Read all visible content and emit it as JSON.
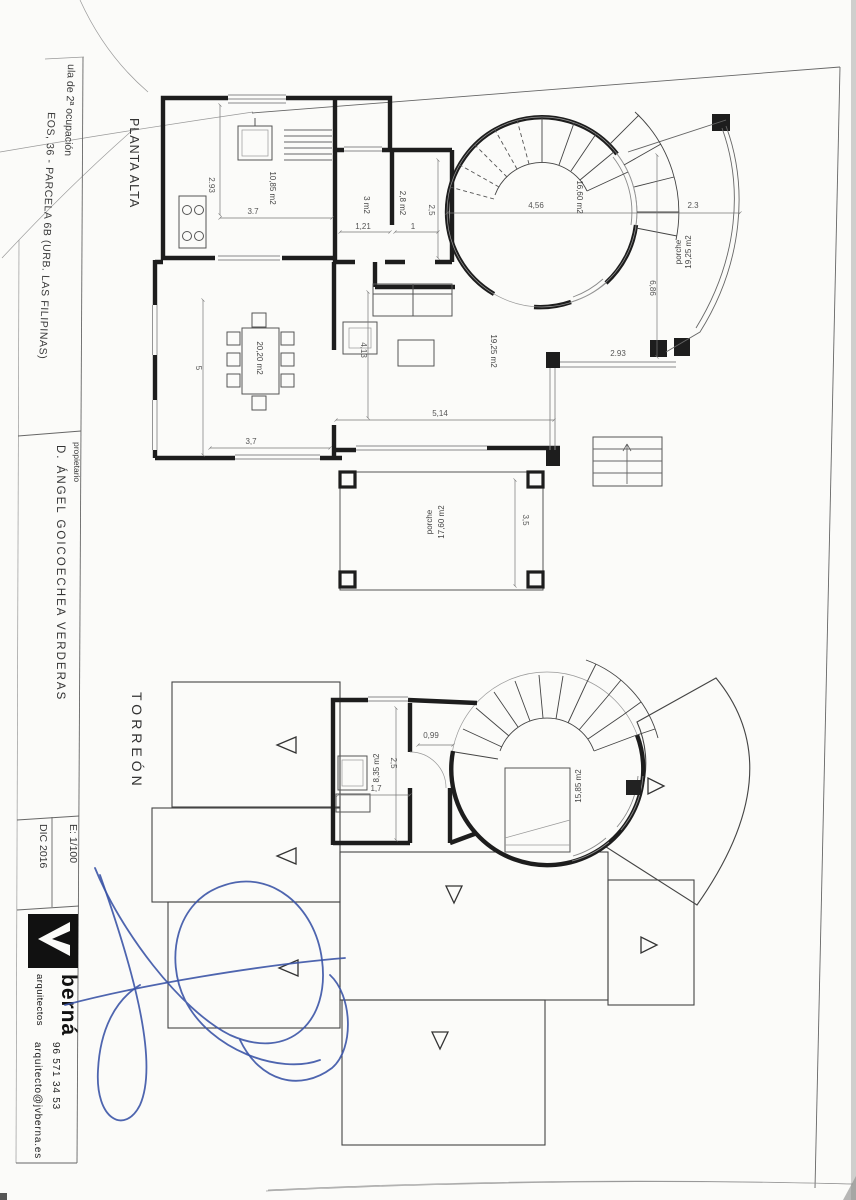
{
  "colors": {
    "paper": "#fbfbf9",
    "ink": "#1d1d1d",
    "thin_line": "#666666",
    "signature_blue": "#3b54a6",
    "logo_black": "#111111"
  },
  "title_block": {
    "project_line1": "ula de 2ª ocupación",
    "project_line2": "EOS, 36 - PARCELA 6B  (URB. LAS FILIPINAS)",
    "owner_label": "propietario",
    "owner_name": "D. ÁNGEL GOICOECHEA VERDERAS",
    "scale": "E: 1/100",
    "date": "DIC 2016",
    "firm_name": "berná",
    "firm_subtitle": "arquitectos",
    "firm_phone": "96 571 34 53",
    "firm_email": "arquitecto@jvberna.es"
  },
  "upper": {
    "title": "PLANTA ALTA",
    "labels": {
      "kitchen": "10,85 m2",
      "utility": "3 m2",
      "bath": "2,8 m2",
      "tower": "16,60 m2",
      "dining": "20,20 m2",
      "living": "19,25 m2",
      "porch_east_name": "porche",
      "porch_east_area": "19,25 m2",
      "porch_south_name": "porche",
      "porch_south_area": "17,60 m2"
    },
    "dims": {
      "kitchen_depth": "2.93",
      "kitchen_width": "3.7",
      "utility_width": "1,21",
      "bath_width": "1",
      "bath_depth": "2,5",
      "tower_diameter": "4,56",
      "porch_east_width": "2.3",
      "porch_east_depth": "6,86",
      "terrace_width": "2.93",
      "dining_depth": "5",
      "dining_width": "3,7",
      "living_width": "5,14",
      "living_depth": "4,13",
      "porch_south_depth": "3,5"
    }
  },
  "lower": {
    "title": "TORREÓN",
    "labels": {
      "bath": "8,35 m2",
      "tower": "15,85 m2"
    },
    "dims": {
      "hall_width": "0,99",
      "bath_depth": "2,5",
      "bath_width": "1,7"
    }
  }
}
